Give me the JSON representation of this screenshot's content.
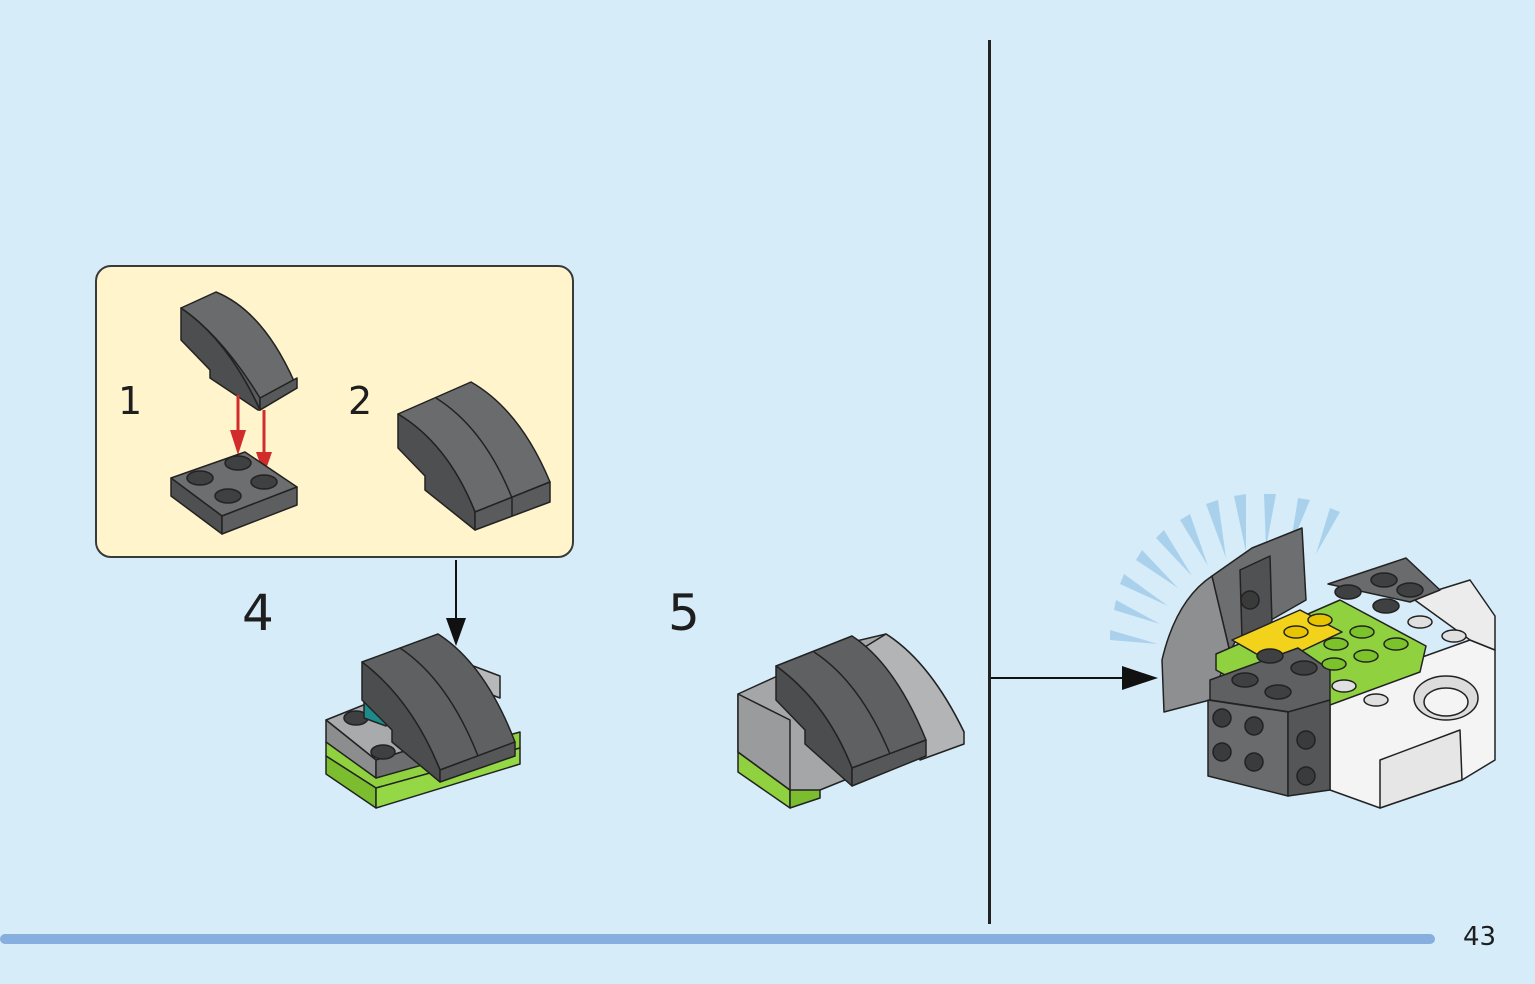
{
  "page": {
    "number": "43"
  },
  "steps": {
    "main_left": "4",
    "main_right": "5",
    "sub_1": "1",
    "sub_2": "2"
  },
  "colors": {
    "background": "#d6ecf9",
    "substep_box": "#fff4cc",
    "dark_gray_brick": "#5c5d5e",
    "light_gray_brick": "#a6a7a8",
    "lime_brick": "#8fd13f",
    "yellow_brick": "#f2d21b",
    "white_brick": "#f4f4f4",
    "red_arrow": "#d22b2b",
    "bottom_bar": "#86aede"
  },
  "icons": {
    "assembly_arrow": "arrow-down-icon",
    "placement_arrow": "arrow-right-icon"
  }
}
